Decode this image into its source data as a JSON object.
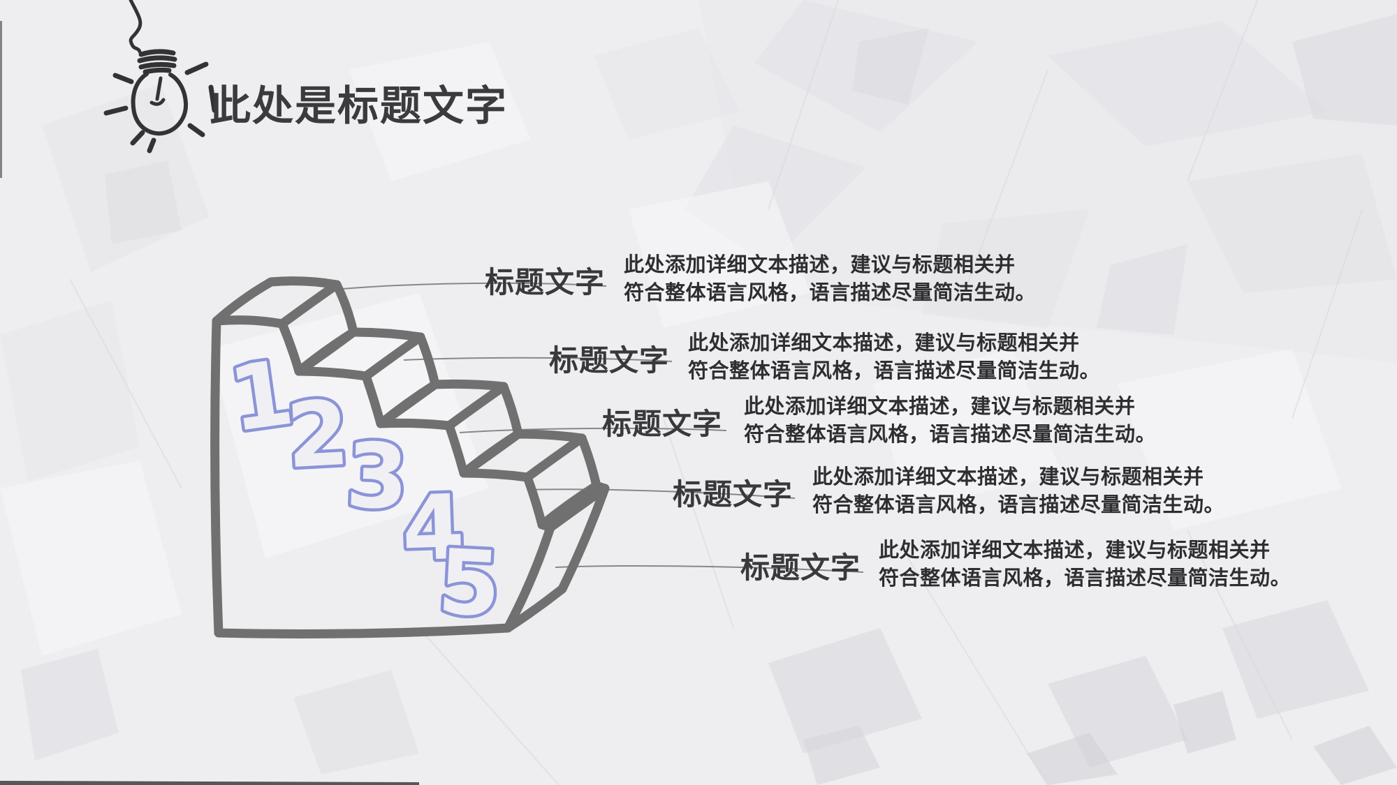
{
  "slide": {
    "title": "此处是标题文字",
    "background_color": "#eeeef0",
    "accent_color": "#8b94d8",
    "stair_stroke_color": "#707070",
    "title_color": "#3b3b3d",
    "body_text_color": "#2e2e30",
    "leader_line_color": "#6e6e6e",
    "lightbulb_icon": "hanging-hand-drawn-lightbulb"
  },
  "steps": [
    {
      "number": "1",
      "label": "标题文字",
      "desc_line1": "此处添加详细文本描述，建议与标题相关并",
      "desc_line2": "符合整体语言风格，语言描述尽量简洁生动。"
    },
    {
      "number": "2",
      "label": "标题文字",
      "desc_line1": "此处添加详细文本描述，建议与标题相关并",
      "desc_line2": "符合整体语言风格，语言描述尽量简洁生动。"
    },
    {
      "number": "3",
      "label": "标题文字",
      "desc_line1": "此处添加详细文本描述，建议与标题相关并",
      "desc_line2": "符合整体语言风格，语言描述尽量简洁生动。"
    },
    {
      "number": "4",
      "label": "标题文字",
      "desc_line1": "此处添加详细文本描述，建议与标题相关并",
      "desc_line2": "符合整体语言风格，语言描述尽量简洁生动。"
    },
    {
      "number": "5",
      "label": "标题文字",
      "desc_line1": "此处添加详细文本描述，建议与标题相关并",
      "desc_line2": "符合整体语言风格，语言描述尽量简洁生动。"
    }
  ]
}
